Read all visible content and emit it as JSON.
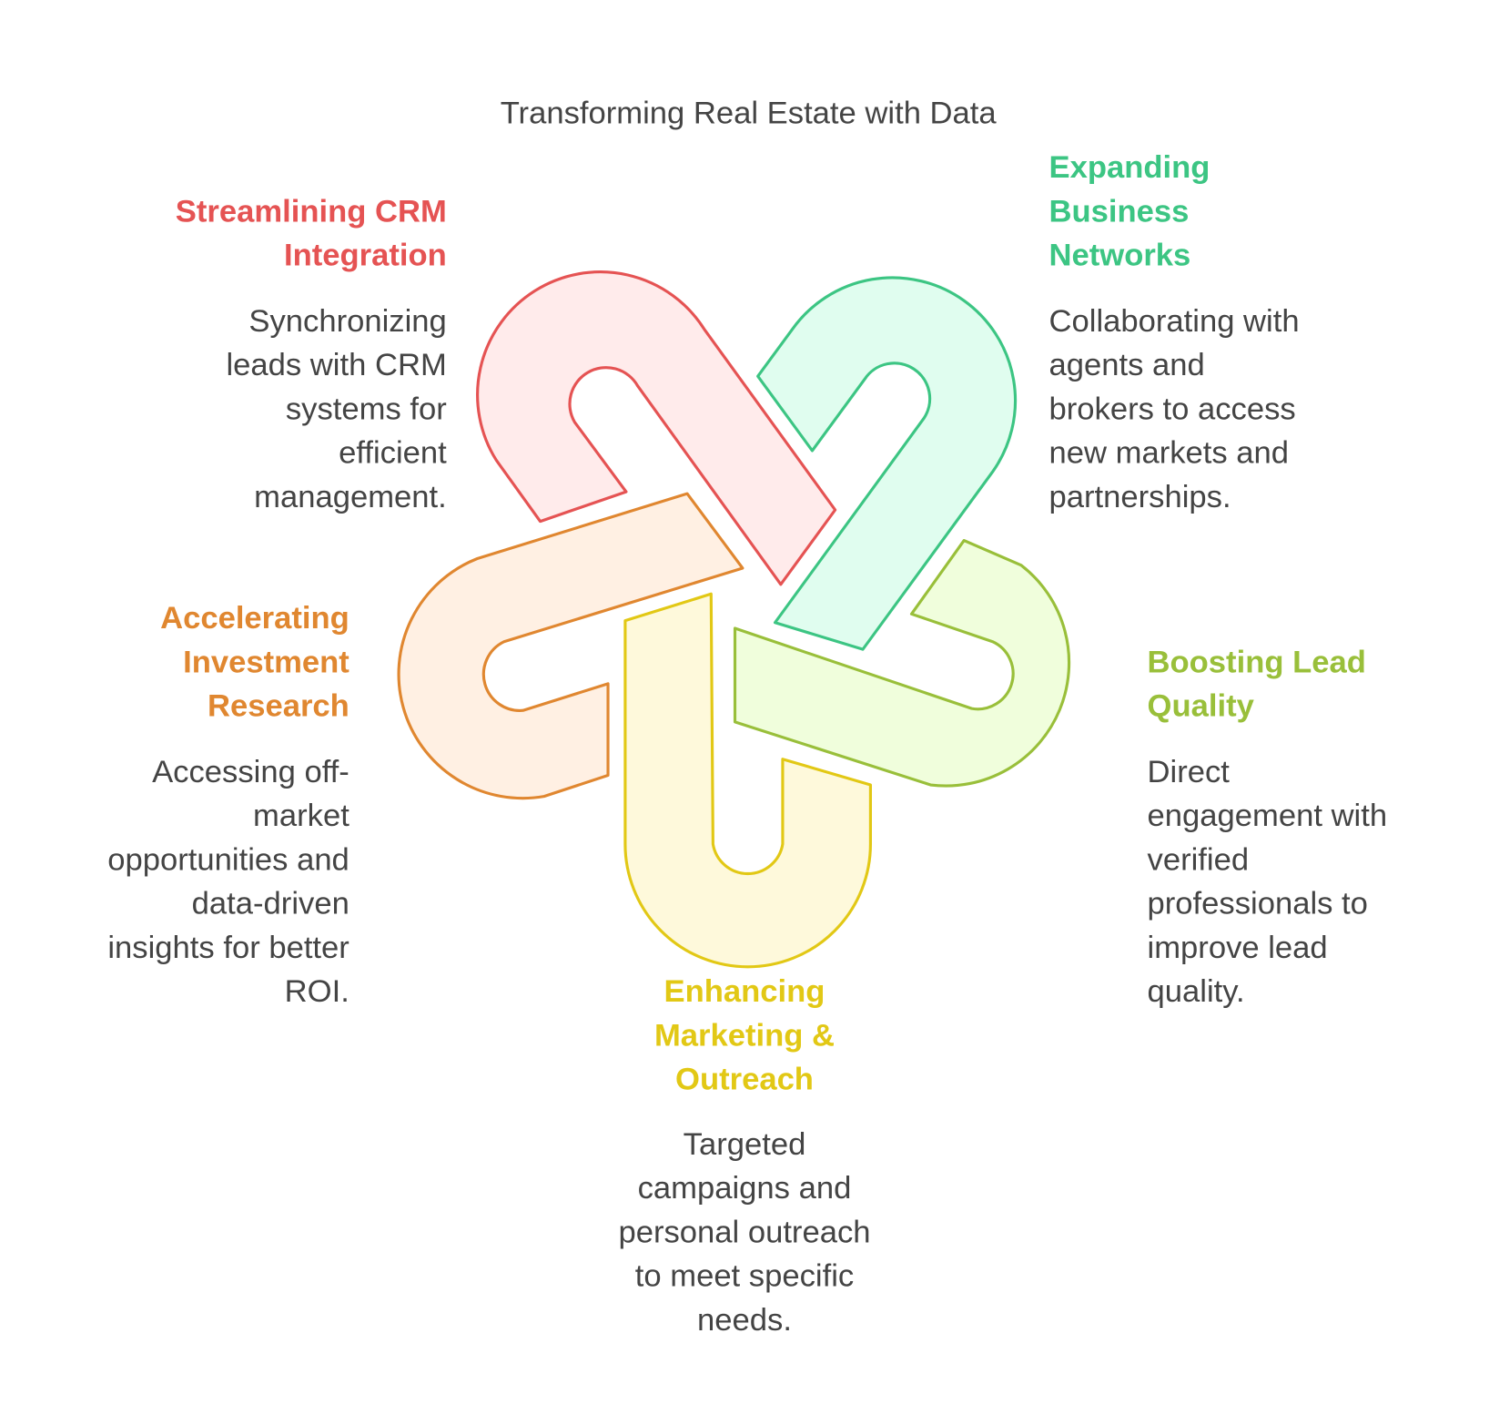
{
  "title": "Transforming Real Estate with Data",
  "colors": {
    "crm": {
      "stroke": "#e55353",
      "fill": "#ffebeb"
    },
    "networks": {
      "stroke": "#3cc583",
      "fill": "#e0fdef"
    },
    "lead": {
      "stroke": "#99bf3a",
      "fill": "#f0fedc"
    },
    "marketing": {
      "stroke": "#e2c815",
      "fill": "#fef9db"
    },
    "investment": {
      "stroke": "#e08730",
      "fill": "#fff0e3"
    }
  },
  "items": {
    "crm": {
      "heading": [
        "Streamlining CRM",
        "Integration"
      ],
      "body": [
        "Synchronizing",
        "leads with CRM",
        "systems for",
        "efficient",
        "management."
      ]
    },
    "networks": {
      "heading": [
        "Expanding",
        "Business",
        "Networks"
      ],
      "body": [
        "Collaborating with",
        "agents and",
        "brokers to access",
        "new markets and",
        "partnerships."
      ]
    },
    "investment": {
      "heading": [
        "Accelerating",
        "Investment",
        "Research"
      ],
      "body": [
        "Accessing off-",
        "market",
        "opportunities and",
        "data-driven",
        "insights for better",
        "ROI."
      ]
    },
    "lead": {
      "heading": [
        "Boosting Lead",
        "Quality"
      ],
      "body": [
        "Direct",
        "engagement with",
        "verified",
        "professionals to",
        "improve lead",
        "quality."
      ]
    },
    "marketing": {
      "heading": [
        "Enhancing",
        "Marketing &",
        "Outreach"
      ],
      "body": [
        "Targeted",
        "campaigns and",
        "personal outreach",
        "to meet specific",
        "needs."
      ]
    }
  }
}
